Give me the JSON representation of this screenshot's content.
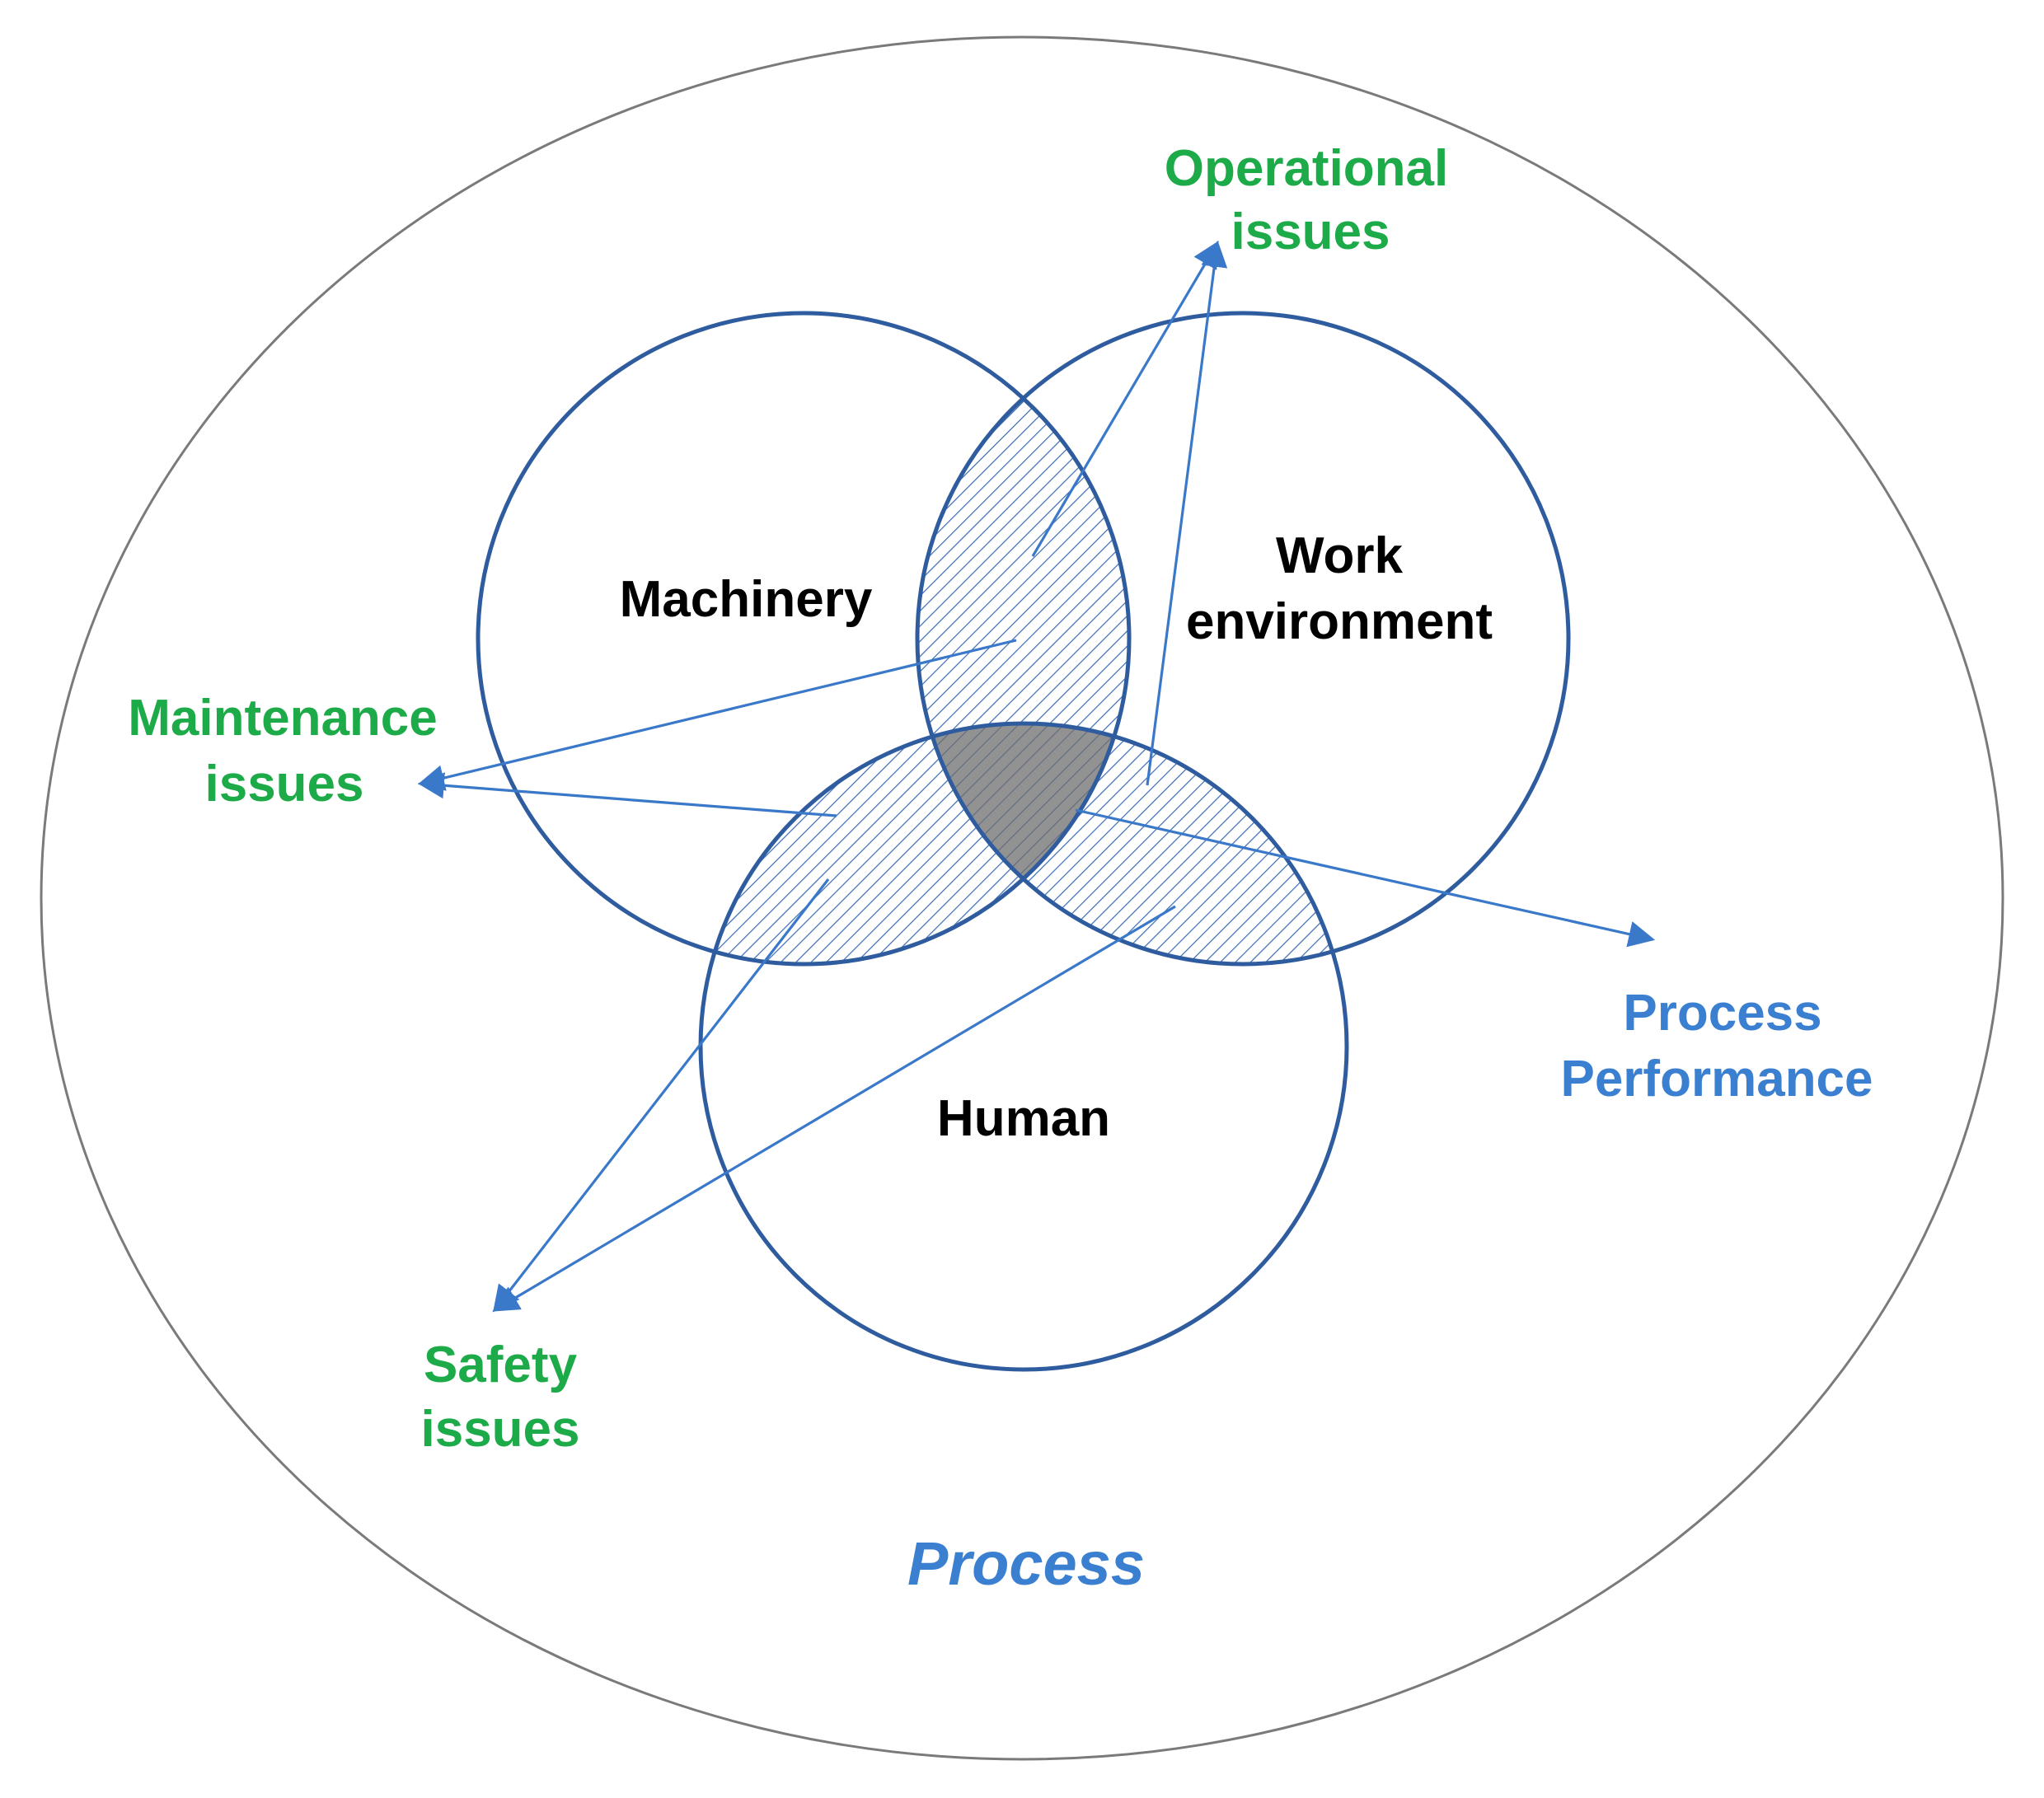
{
  "colors": {
    "circle_stroke": "#2E5C9E",
    "outer_stroke": "#7A7A7A",
    "arrow": "#3A78C9",
    "hatch": "#3A6BB5",
    "core_fill": "#6E6E6E",
    "issue_text": "#1DAA48",
    "outcome_text": "#3A7FD0",
    "set_text": "#000000"
  },
  "container": {
    "label": "Process"
  },
  "sets": {
    "machinery": {
      "label": "Machinery"
    },
    "work_environment": {
      "line1": "Work",
      "line2": "environment"
    },
    "human": {
      "label": "Human"
    }
  },
  "issues": {
    "operational": {
      "line1": "Operational",
      "line2": "issues"
    },
    "maintenance": {
      "line1": "Maintenance",
      "line2": "issues"
    },
    "safety": {
      "line1": "Safety",
      "line2": "issues"
    }
  },
  "outcome": {
    "line1": "Process",
    "line2": "Performance"
  },
  "icons": {
    "arrow_head": "arrow-head-icon",
    "hatch_pattern": "diagonal-hatch"
  }
}
